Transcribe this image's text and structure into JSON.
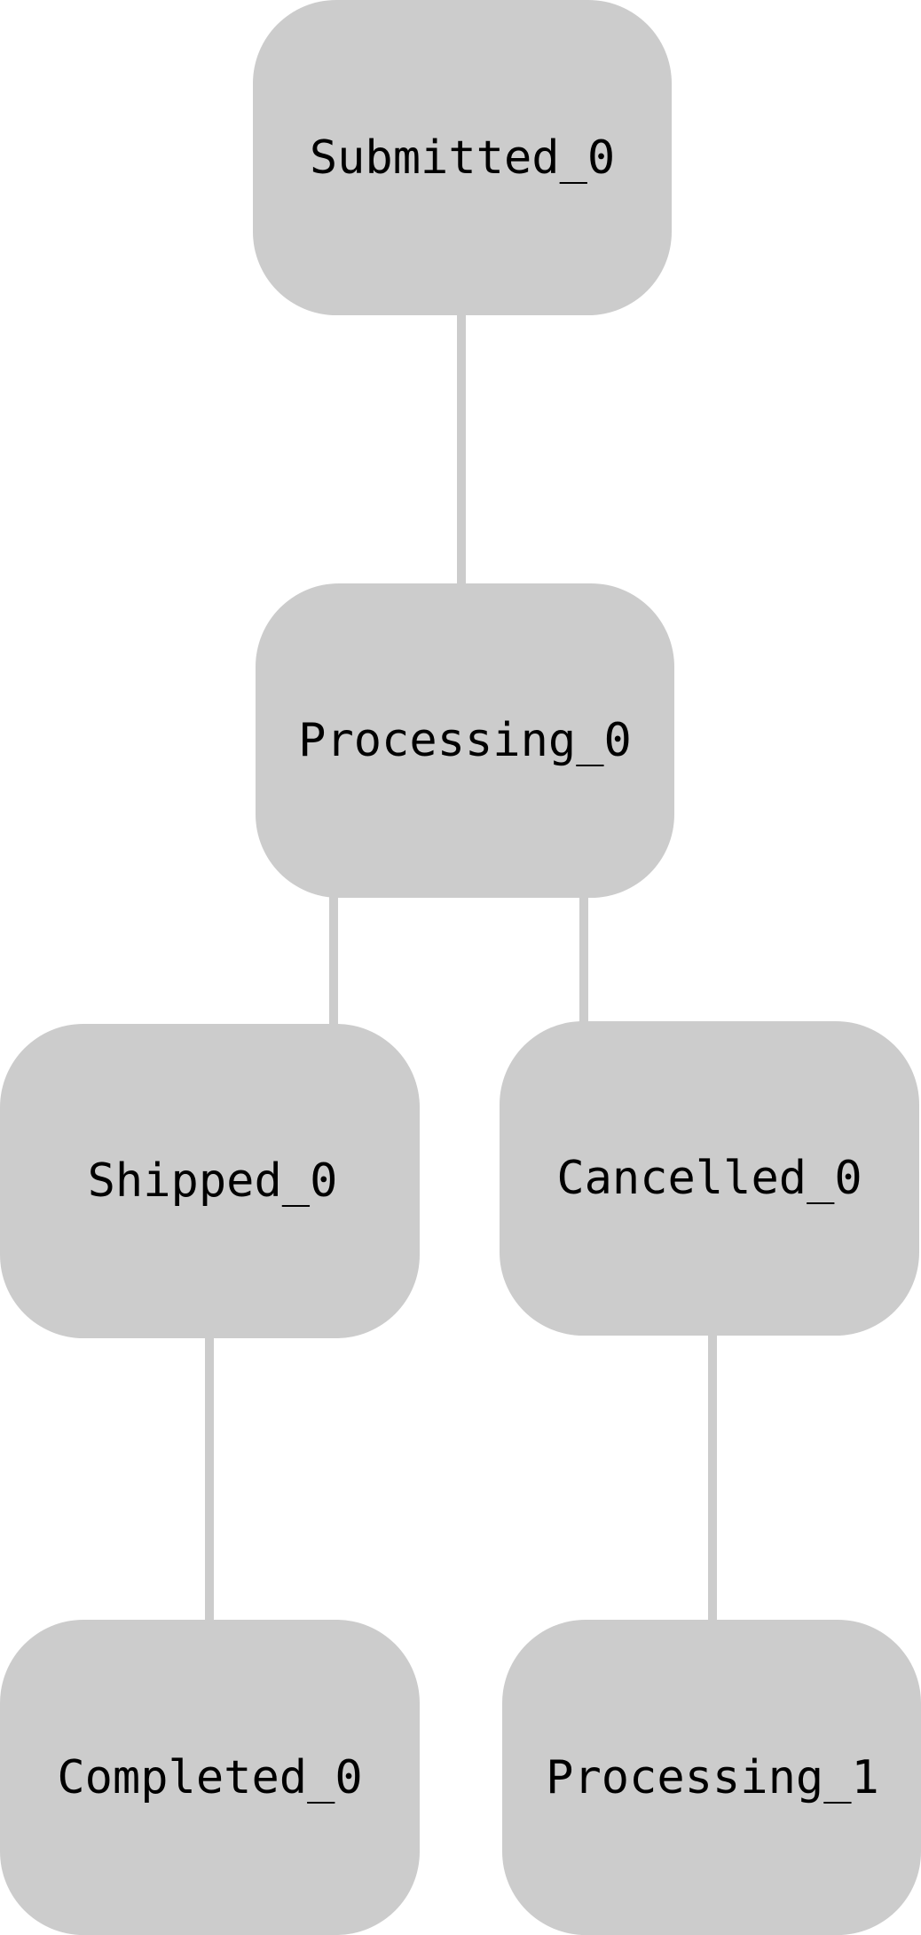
{
  "diagram": {
    "type": "state-tree",
    "colors": {
      "node_fill": "#cccccc",
      "edge": "#cccccc",
      "text": "#000000",
      "background": "#ffffff"
    },
    "nodes": [
      {
        "id": "submitted_0",
        "label": "Submitted_0"
      },
      {
        "id": "processing_0",
        "label": "Processing_0"
      },
      {
        "id": "shipped_0",
        "label": "Shipped_0"
      },
      {
        "id": "cancelled_0",
        "label": "Cancelled_0"
      },
      {
        "id": "completed_0",
        "label": "Completed_0"
      },
      {
        "id": "processing_1",
        "label": "Processing_1"
      }
    ],
    "edges": [
      {
        "from": "submitted_0",
        "to": "processing_0"
      },
      {
        "from": "processing_0",
        "to": "shipped_0"
      },
      {
        "from": "processing_0",
        "to": "cancelled_0"
      },
      {
        "from": "shipped_0",
        "to": "completed_0"
      },
      {
        "from": "cancelled_0",
        "to": "processing_1"
      }
    ]
  }
}
